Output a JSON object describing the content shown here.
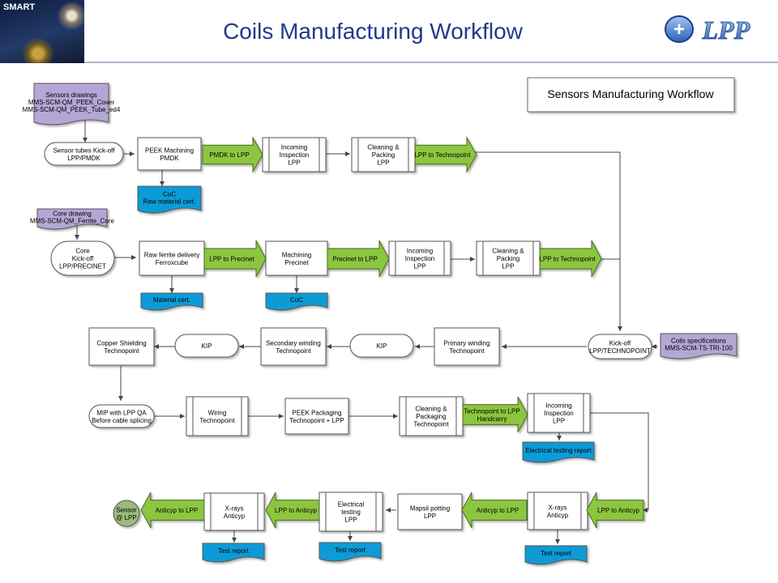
{
  "header": {
    "title": "Coils Manufacturing Workflow",
    "left_logo_text": "SMART",
    "right_logo_text": "LPP"
  },
  "legend_box": {
    "label": "Sensors Manufacturing Workflow"
  },
  "docs": {
    "sensors_drawings": [
      "Sensors drawings",
      "MMS-SCM-QM_PEEK_Cover",
      "MMS-SCM-QM_PEEK_Tube_ed4"
    ],
    "core_drawing": [
      "Core drawing",
      "MMS-SCM-QM_Ferrite_Core"
    ],
    "coils_specs": [
      "Coils specifications",
      "MMS-SCM-TS-TRI-100"
    ],
    "coc_raw": [
      "CoC",
      "Raw material cert."
    ],
    "material_cert": [
      "Material cert."
    ],
    "coc": [
      "CoC"
    ],
    "electrical_testing_report": [
      "Electrical testing report"
    ],
    "test_report_1": [
      "Test report"
    ],
    "test_report_2": [
      "Test report"
    ],
    "test_report_3": [
      "Test report"
    ]
  },
  "row1": {
    "kickoff": [
      "Sensor tubes Kick-off",
      "LPP/PMDK"
    ],
    "peek_machining": [
      "PEEK Machining",
      "PMDK"
    ],
    "arrow1": "PMDK to LPP",
    "incoming": [
      "Incoming",
      "Inspection",
      "LPP"
    ],
    "cleaning": [
      "Cleaning &",
      "Packing",
      "LPP"
    ],
    "arrow2": "LPP to Technopoint"
  },
  "row2": {
    "kickoff": [
      "Core",
      "Kick-off",
      "LPP/PRECINET"
    ],
    "raw_ferrite": [
      "Raw ferrite delivery",
      "Ferroxcube"
    ],
    "arrow1": "LPP to Precinet",
    "machining": [
      "Machining",
      "Precinet"
    ],
    "arrow2": "Precinet to LPP",
    "incoming": [
      "Incoming",
      "Inspection",
      "LPP"
    ],
    "cleaning": [
      "Cleaning &",
      "Packing",
      "LPP"
    ],
    "arrow3": "LPP to Technopoint"
  },
  "row3": {
    "copper": [
      "Copper Shielding",
      "Technopoint"
    ],
    "kip1": [
      "KIP"
    ],
    "secondary": [
      "Secondary winding",
      "Technopoint"
    ],
    "kip2": [
      "KIP"
    ],
    "primary": [
      "Primary winding",
      "Technopoint"
    ],
    "kickoff": [
      "Kick-off",
      "LPP/TECHNOPOINT"
    ]
  },
  "row4": {
    "mip": [
      "MIP with LPP QA",
      "Before cable splicing"
    ],
    "wiring": [
      "Wiring",
      "Technopoint"
    ],
    "peek_packaging": [
      "PEEK Packaging",
      "Technopoint + LPP"
    ],
    "cleaning": [
      "Cleaning &",
      "Packaging",
      "Technopoint"
    ],
    "arrow1": [
      "Technopoint to LPP",
      "Handcarry"
    ],
    "incoming": [
      "Incoming",
      "Inspection",
      "LPP"
    ]
  },
  "row5": {
    "sensor": [
      "Sensor",
      "@ LPP"
    ],
    "arrow_a": "Anticyp to LPP",
    "xrays_a": [
      "X-rays",
      "Anticyp"
    ],
    "arrow_b": "LPP to Anticyp",
    "electrical": [
      "Electrical",
      "testing",
      "LPP"
    ],
    "mapsil": [
      "Mapsil potting",
      "LPP"
    ],
    "arrow_c": "Anticyp to LPP",
    "xrays_b": [
      "X-rays",
      "Anticyp"
    ],
    "arrow_d": "LPP to Anticyp"
  },
  "colors": {
    "title": "#1f3a8a",
    "doc_purple": "#b4a7d6",
    "doc_blue": "#0b9bd7",
    "arrow_green": "#8cc63f",
    "sensor_green": "#9bbb7a"
  }
}
